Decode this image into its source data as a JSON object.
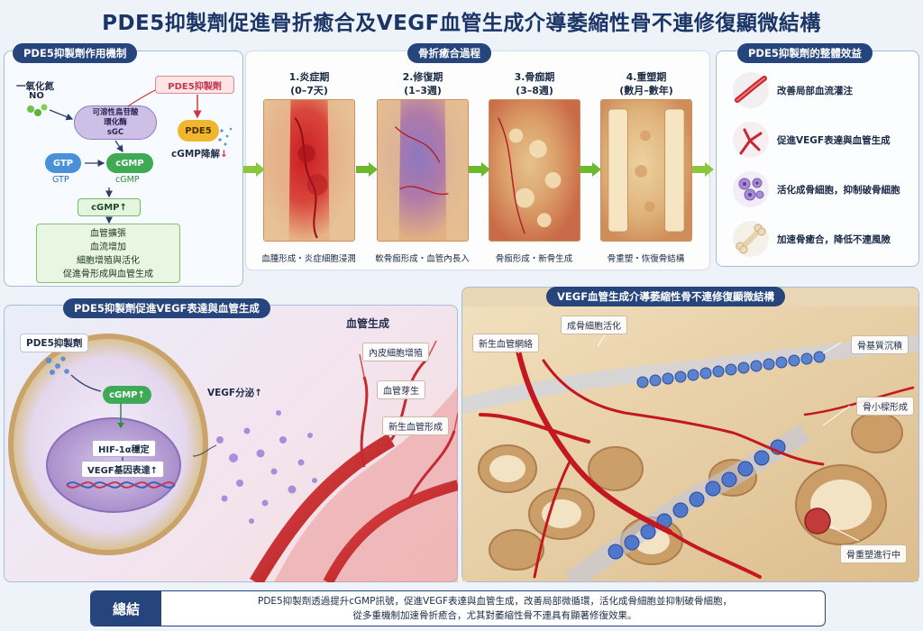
{
  "title": "PDE5抑製劑促進骨折癒合及VEGF血管生成介導萎縮性骨不連修復顯微結構",
  "mechanism": {
    "header": "PDE5抑製劑作用機制",
    "no_title": "一氧化氮",
    "no_label": "NO",
    "sgc_line1": "可溶性鳥苷酸",
    "sgc_line2": "環化酶",
    "sgc_line3": "sGC",
    "pde5_inhibitor": "PDE5抑製劑",
    "pde5": "PDE5",
    "gtp": "GTP",
    "gtp_sub": "GTP",
    "cgmp": "cGMP",
    "cgmp_sub": "cGMP",
    "cgmp_degrade": "cGMP降解",
    "cgmp_up": "cGMP↑",
    "effects": [
      "血管擴張",
      "血流增加",
      "細胞增殖與活化",
      "促進骨形成與血管生成"
    ]
  },
  "process": {
    "header": "骨折癒合過程",
    "stages": [
      {
        "name": "1.炎症期",
        "period": "(0–7天)",
        "caption": "血腫形成・炎症細胞浸潤"
      },
      {
        "name": "2.修復期",
        "period": "(1–3週)",
        "caption": "軟骨痂形成・血管內長入"
      },
      {
        "name": "3.骨痂期",
        "period": "(3–8週)",
        "caption": "骨痂形成・新骨生成"
      },
      {
        "name": "4.重塑期",
        "period": "(數月–數年)",
        "caption": "骨重塑・恢復骨結構"
      }
    ]
  },
  "benefits": {
    "header": "PDE5抑製劑的整體效益",
    "items": [
      {
        "text": "改善局部血流灌注",
        "icon": "blood-vessel-icon"
      },
      {
        "text": "促進VEGF表達與血管生成",
        "icon": "vessel-branch-icon"
      },
      {
        "text": "活化成骨細胞，抑制破骨細胞",
        "icon": "cell-cluster-icon"
      },
      {
        "text": "加速骨癒合，降低不連風險",
        "icon": "bone-icon"
      }
    ]
  },
  "vegf": {
    "header": "PDE5抑製劑促進VEGF表達與血管生成",
    "pde5_inhibitor": "PDE5抑製劑",
    "cgmp_up": "cGMP↑",
    "hif": "HIF-1α穩定",
    "vegf_gene": "VEGF基因表達↑",
    "vegf_secretion": "VEGF分泌↑",
    "angio_title": "血管生成",
    "angio_items": [
      "內皮細胞增殖",
      "血管芽生",
      "新生血管形成"
    ]
  },
  "micro": {
    "header": "VEGF血管生成介導萎縮性骨不連修復顯微結構",
    "new_vessels": "新生血管網絡",
    "osteoblast": "成骨細胞活化",
    "matrix": "骨基質沉積",
    "trabecula": "骨小樑形成",
    "remodel": "骨重塑進行中"
  },
  "summary": {
    "label": "總結",
    "line1": "PDE5抑製劑透過提升cGMP訊號，促進VEGF表達與血管生成，改善局部微循環，活化成骨細胞並抑制破骨細胞，",
    "line2": "從多重機制加速骨折癒合，尤其對萎縮性骨不連具有顯著修復效果。"
  }
}
